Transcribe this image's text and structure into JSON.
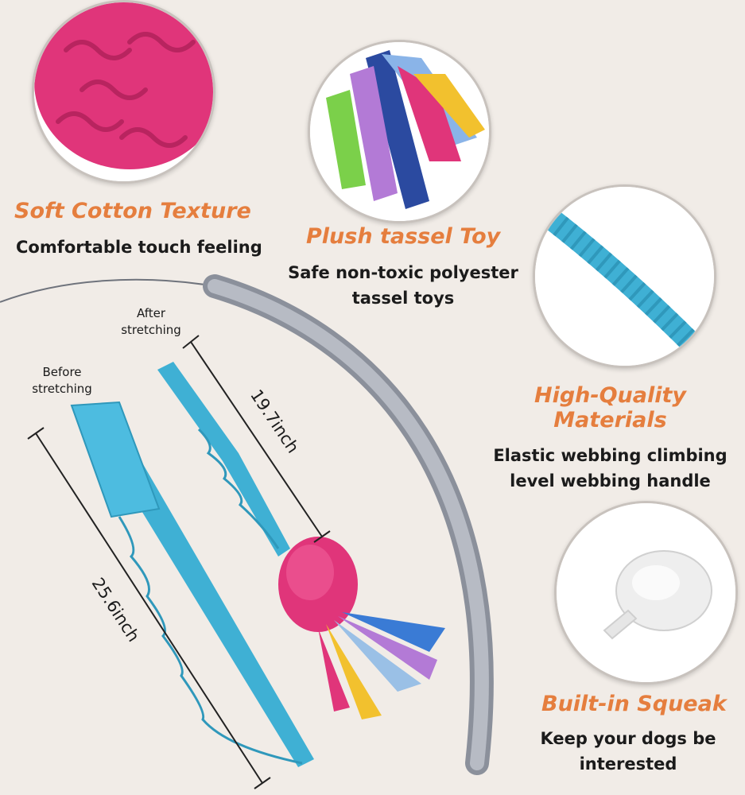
{
  "features": [
    {
      "title": "Soft Cotton Texture",
      "description": [
        "Comfortable touch feeling"
      ]
    },
    {
      "title": "Plush tassel Toy",
      "description": [
        "Safe non-toxic polyester",
        "tassel toys"
      ]
    },
    {
      "title": "High-Quality",
      "title_line2": "Materials",
      "description": [
        "Elastic webbing climbing",
        "level webbing handle"
      ]
    },
    {
      "title": "Built-in Squeak",
      "description": [
        "Keep your dogs be",
        "interested"
      ]
    }
  ],
  "labels": {
    "after": [
      "After",
      "stretching"
    ],
    "before": [
      "Before",
      "stretching"
    ],
    "length_stretched": "19.7inch",
    "length_unstretched": "25.6inch"
  },
  "colors": {
    "heading": "#e57e3e",
    "text": "#1b1b1b",
    "strap": "#3fb0d4",
    "mop": "#e0357a",
    "pole": "#a8adb8",
    "background": "#f1ece7"
  },
  "icons": [
    "chenille-closeup-image",
    "tassel-closeup-image",
    "bungee-closeup-image",
    "squeaker-image",
    "flirt-pole-image"
  ]
}
